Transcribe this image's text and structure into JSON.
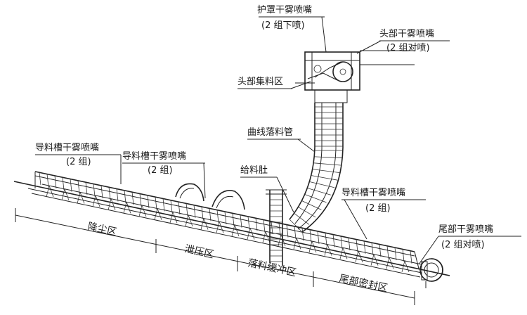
{
  "labels": {
    "guard_nozzle": "护罩干雾喷嘴",
    "guard_nozzle_note": "(2 组下喷)",
    "head_nozzle": "头部干雾喷嘴",
    "head_nozzle_note": "(2 组对喷)",
    "head_collect": "头部集料区",
    "curved_chute": "曲线落料管",
    "guide_nozzle_1": "导料槽干雾喷嘴",
    "guide_nozzle_1_note": "(2 组)",
    "guide_nozzle_2": "导料槽干雾喷嘴",
    "guide_nozzle_2_note": "(2 组)",
    "feeder": "给料肚",
    "guide_nozzle_3": "导料槽干雾喷嘴",
    "guide_nozzle_3_note": "(2 组)",
    "tail_nozzle": "尾部干雾喷嘴",
    "tail_nozzle_note": "(2 组对喷)"
  },
  "zones": {
    "dust": "降尘区",
    "pressure": "泄压区",
    "buffer": "落料缓冲区",
    "tail_seal": "尾部密封区"
  }
}
